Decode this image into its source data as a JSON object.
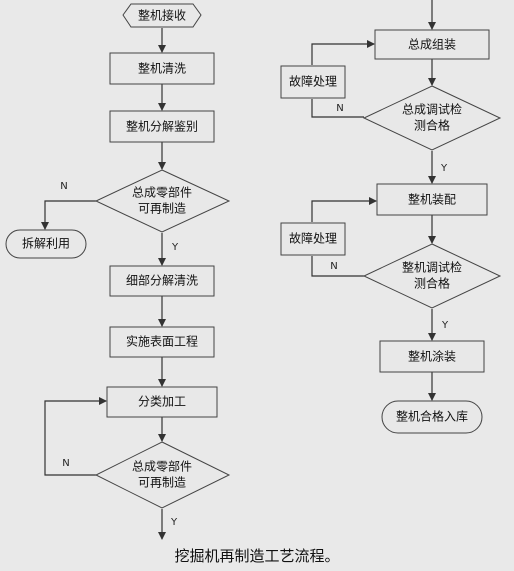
{
  "nodes": {
    "receive": "整机接收",
    "clean": "整机清洗",
    "disassemble": "整机分解鉴别",
    "decision1": [
      "总成零部件",
      "可再制造"
    ],
    "recycle": "拆解利用",
    "fine_clean": "细部分解清洗",
    "surface": "实施表面工程",
    "machining": "分类加工",
    "decision2": [
      "总成零部件",
      "可再制造"
    ],
    "assembly": "总成组装",
    "fault1": "故障处理",
    "decision3": [
      "总成调试检",
      "测合格"
    ],
    "whole_assembly": "整机装配",
    "fault2": "故障处理",
    "decision4": [
      "整机调试检",
      "测合格"
    ],
    "painting": "整机涂装",
    "storage": "整机合格入库"
  },
  "branch_labels": {
    "yes": "Y",
    "no": "N"
  },
  "caption": "挖掘机再制造工艺流程。"
}
